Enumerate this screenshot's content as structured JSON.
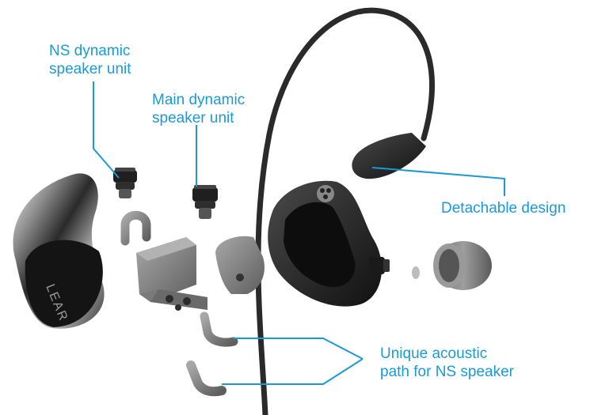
{
  "colors": {
    "callout": "#1a9ad6",
    "metal_dark": "#1e1e1e",
    "grey_part": "#7d7d7d",
    "cable": "#2a2a2a"
  },
  "labels": {
    "ns_speaker": [
      "NS dynamic",
      "speaker unit"
    ],
    "main_speaker": [
      "Main dynamic",
      "speaker unit"
    ],
    "detachable": "Detachable design",
    "acoustic_path": [
      "Unique acoustic",
      "path for NS speaker"
    ]
  },
  "shell_logo": "LEAR"
}
